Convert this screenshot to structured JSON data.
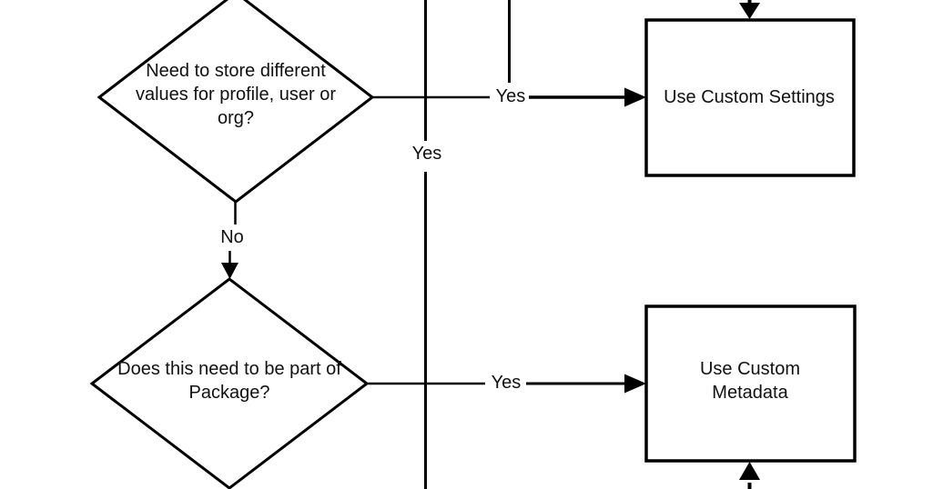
{
  "diagram": {
    "background_color": "#ffffff",
    "stroke_color": "#000000",
    "text_color": "#111111",
    "nodes": {
      "decision_store_values": {
        "type": "decision",
        "label": "Need to store different values for profile, user or org?",
        "lines": [
          "Need to store different",
          "values for profile, user or",
          "org?"
        ]
      },
      "decision_package": {
        "type": "decision",
        "label": "Does this need to be part of Package?",
        "lines": [
          "Does this need to be part of",
          "Package?"
        ]
      },
      "process_custom_settings": {
        "type": "process",
        "label": "Use Custom Settings",
        "lines": [
          "Use Custom Settings"
        ]
      },
      "process_custom_metadata": {
        "type": "process",
        "label": "Use Custom Metadata",
        "lines": [
          "Use Custom",
          "Metadata"
        ]
      }
    },
    "edge_labels": {
      "decision1_yes": "Yes",
      "decision1_no": "No",
      "vertical_line_yes": "Yes",
      "decision2_yes": "Yes"
    }
  }
}
